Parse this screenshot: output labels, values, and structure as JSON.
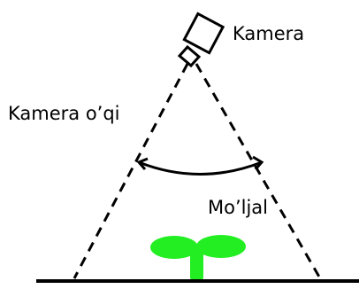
{
  "labels": {
    "camera": "Kamera",
    "camera_axis": "Kamera o’qi",
    "target": "Mo’ljal"
  },
  "colors": {
    "stroke": "#000000",
    "plant": "#22ee22",
    "background": "#ffffff"
  },
  "icons": {
    "camera": "camera-icon",
    "plant": "seedling-icon"
  }
}
